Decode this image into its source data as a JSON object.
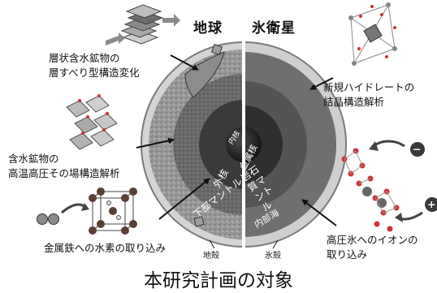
{
  "headers": {
    "earth": "地球",
    "icy_moon": "氷衛星"
  },
  "left_labels": {
    "layered_line1": "層状含水鉱物の",
    "layered_line2": "層すべり型構造変化",
    "hydrous_line1": "含水鉱物の",
    "hydrous_line2": "高温高圧その場構造解析",
    "iron": "金属鉄への水素の取り込み"
  },
  "right_labels": {
    "hydrate_line1": "新規ハイドレートの",
    "hydrate_line2": "結晶構造解析",
    "ice_line1": "高圧氷へのイオンの",
    "ice_line2": "取り込み"
  },
  "earth_layers": {
    "inner_core": "内核",
    "outer_core": "外核",
    "lower_mantle": "下部マントル",
    "crust": "地殻"
  },
  "moon_layers": {
    "metal_core": "金属核",
    "rock_mantle": "岩石質マントル",
    "inner_ocean": "内部海",
    "ice_shell": "氷殻"
  },
  "ion_symbols": {
    "minus": "−",
    "plus": "+"
  },
  "caption": "本研究計画の対象"
}
